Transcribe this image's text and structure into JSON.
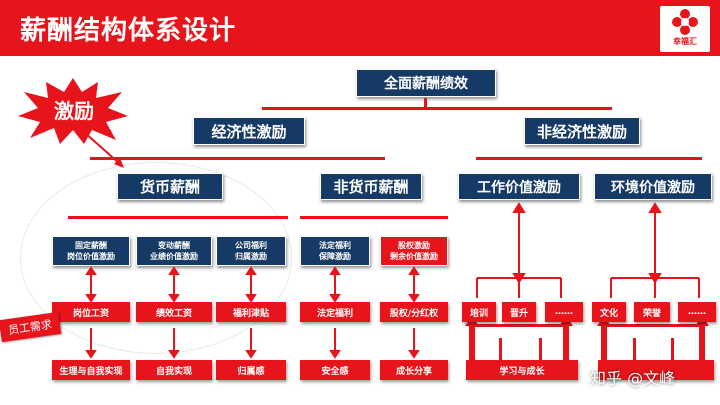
{
  "header": {
    "title": "薪酬结构体系设计",
    "logo_text": "幸福汇"
  },
  "colors": {
    "accent_red": "#e8141b",
    "navy": "#163a66"
  },
  "badges": {
    "incentive": "激励",
    "employee_needs": "员工需求"
  },
  "nodes": {
    "root": "全面薪酬绩效",
    "economic": "经济性激励",
    "non_economic": "非经济性激励",
    "monetary": "货币薪酬",
    "non_monetary": "非货币薪酬",
    "work_value": "工作价值激励",
    "env_value": "环境价值激励"
  },
  "comp_types": [
    {
      "line1": "固定薪酬",
      "line2": "岗位价值激励"
    },
    {
      "line1": "变动薪酬",
      "line2": "业绩价值激励"
    },
    {
      "line1": "公司福利",
      "line2": "归属激励"
    },
    {
      "line1": "法定福利",
      "line2": "保障激励"
    },
    {
      "line1": "股权激励",
      "line2": "剩余价值激励"
    }
  ],
  "items": [
    "岗位工资",
    "绩效工资",
    "福利津贴",
    "法定福利",
    "股权/分红权"
  ],
  "needs": [
    "生理与自我实现",
    "自我实现",
    "归属感",
    "安全感",
    "成长分享"
  ],
  "work_items": [
    "培训",
    "晋升",
    "……"
  ],
  "env_items": [
    "文化",
    "荣誉",
    "……"
  ],
  "work_bottom": "学习与成长",
  "watermark": "知乎 @文峰"
}
